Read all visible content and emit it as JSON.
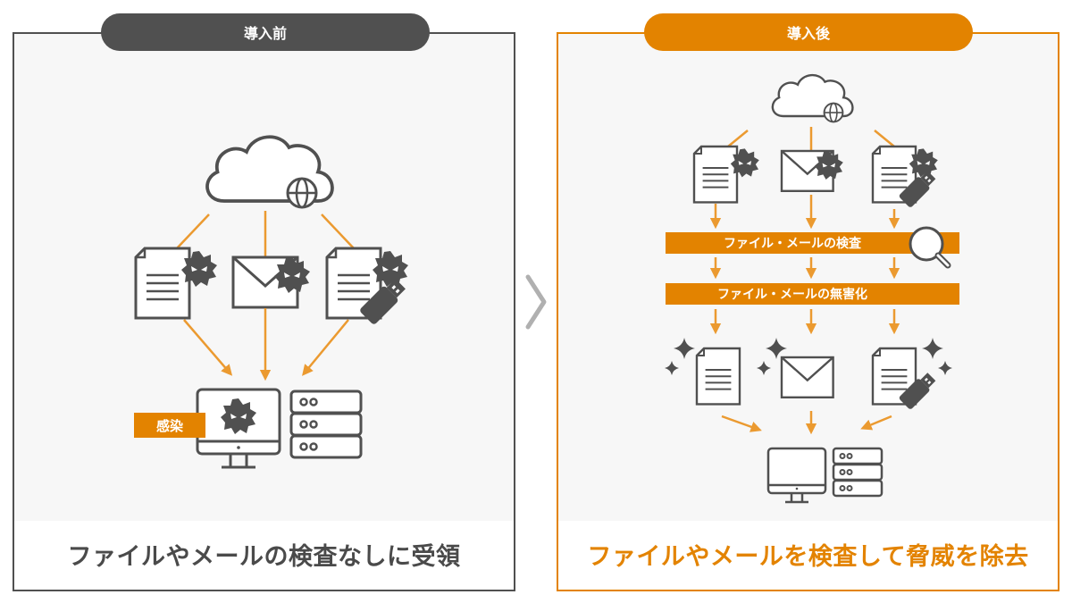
{
  "panels": {
    "before": {
      "label": "導入前",
      "caption": "ファイルやメールの検査なしに受領",
      "infection_tag": "感染",
      "accent_color": "#505050"
    },
    "after": {
      "label": "導入後",
      "caption": "ファイルやメールを検査して脅威を除去",
      "scan_band": "ファイル・メールの検査",
      "sanitize_band": "ファイル・メールの無害化",
      "accent_color": "#e38300"
    }
  },
  "icons": {
    "source": "cloud-globe-icon",
    "threat_items": [
      "document-malware-icon",
      "email-malware-icon",
      "usb-document-malware-icon"
    ],
    "clean_items": [
      "document-clean-icon",
      "email-clean-icon",
      "usb-document-clean-icon"
    ],
    "destination": [
      "desktop-monitor-icon",
      "server-rack-icon"
    ],
    "separator": "chevron-right-icon"
  }
}
